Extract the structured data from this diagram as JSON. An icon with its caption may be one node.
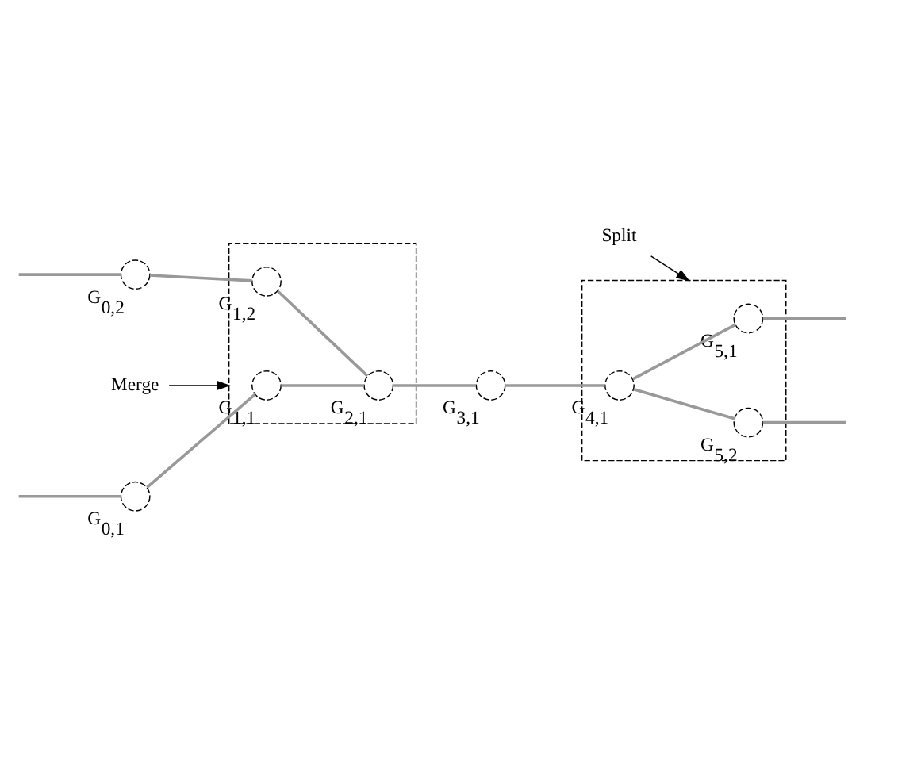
{
  "diagram": {
    "nodes": [
      {
        "text": [],
        "shape": "circle",
        "beside": [
          "G$_{0,1}$"
        ]
      },
      {
        "text": [],
        "shape": "box"
      },
      {
        "text": [],
        "shape": "circle",
        "beside": [
          "G$_{1,1}$"
        ],
        "in": 1
      },
      {
        "text": [],
        "shape": "circle",
        "beside": [
          "G$_{2,1}$"
        ],
        "in": 1
      },
      {
        "text": [],
        "shape": "circle",
        "beside": [
          "G$_{1,2}$"
        ],
        "in": 1
      },
      {
        "text": [],
        "shape": "circle",
        "beside": [
          "G$_{0,2}$"
        ]
      },
      {
        "text": [],
        "shape": "circle",
        "beside": [
          "G$_{3,1}$"
        ]
      },
      {
        "text": [],
        "shape": "box"
      },
      {
        "text": [],
        "shape": "circle",
        "beside": [
          "G$_{5,1}$"
        ],
        "in": 7
      },
      {
        "text": [],
        "shape": "circle",
        "beside": [
          "G$_{4,1}$"
        ],
        "in": 7
      },
      {
        "text": [],
        "shape": "circle",
        "beside": [
          "G$_{5,2}$"
        ],
        "in": 7
      },
      {
        "text": [
          "Split"
        ]
      },
      {
        "text": [
          "Merge"
        ]
      }
    ],
    "edges": [
      {
        "from": null,
        "to": 0,
        "arrow": "none"
      },
      {
        "from": 0,
        "to": 2,
        "arrow": "none"
      },
      {
        "from": 2,
        "to": 3,
        "arrow": "none"
      },
      {
        "from": null,
        "to": 5,
        "arrow": "none"
      },
      {
        "from": 5,
        "to": 4,
        "arrow": "none"
      },
      {
        "from": 4,
        "to": 3,
        "arrow": "none"
      },
      {
        "from": 3,
        "to": 6,
        "arrow": "none"
      },
      {
        "from": 6,
        "to": 9,
        "arrow": "none"
      },
      {
        "from": 9,
        "to": 8,
        "arrow": "none"
      },
      {
        "from": 8,
        "to": null,
        "arrow": "none"
      },
      {
        "from": 9,
        "to": 10,
        "arrow": "none"
      },
      {
        "from": 10,
        "to": null,
        "arrow": "none"
      },
      {
        "from": 11,
        "to": 7,
        "arrow": "to",
        "color": "#000000"
      },
      {
        "from": 12,
        "to": 1,
        "arrow": "to",
        "color": "#000000"
      }
    ]
  }
}
